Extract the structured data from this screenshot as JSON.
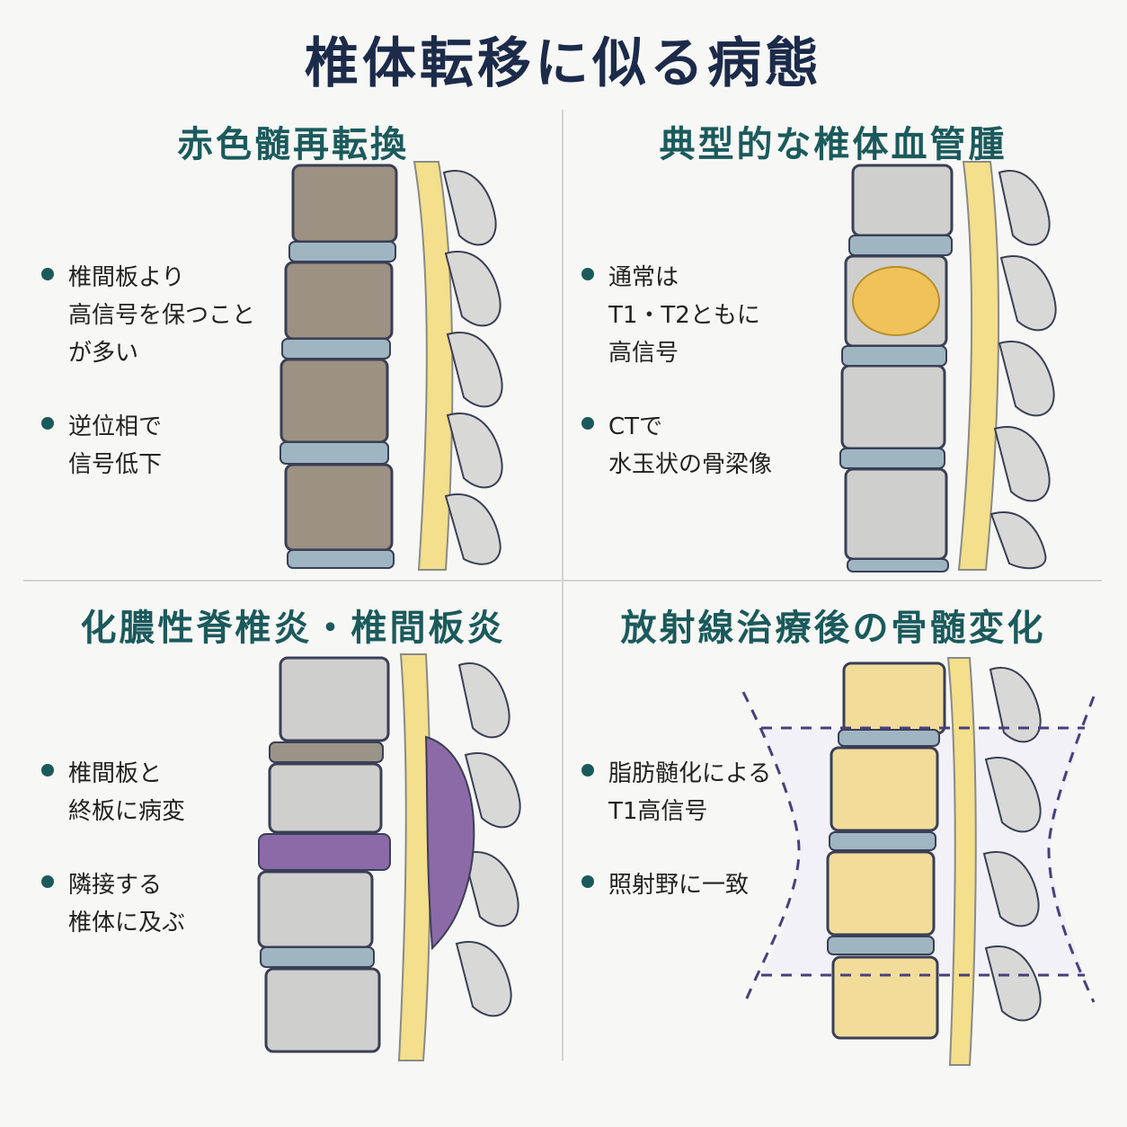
{
  "title": "椎体転移に似る病態",
  "panels": [
    {
      "title": "赤色髄再転換",
      "notes": [
        "椎間板より\n高信号を保つこと\nが多い",
        "逆位相で\n信号低下"
      ]
    },
    {
      "title": "典型的な椎体血管腫",
      "notes": [
        "通常は\nT1・T2ともに\n高信号",
        "CTで\n水玉状の骨梁像"
      ]
    },
    {
      "title": "化膿性脊椎炎・椎間板炎",
      "notes": [
        "椎間板と\n終板に病変",
        "隣接する\n椎体に及ぶ"
      ]
    },
    {
      "title": "放射線治療後の骨髄変化",
      "notes": [
        "脂肪髄化による\nT1高信号",
        "照射野に一致"
      ]
    }
  ],
  "colors": {
    "title": "#1c2b4a",
    "panel_title": "#1b5a5c",
    "bullet": "#1b5a5c",
    "red_marrow": "#9c9182",
    "normal_body": "#cfcfcd",
    "hemangioma": "#f0c25a",
    "infection": "#8c6aa8",
    "fatty_marrow": "#f2dc9a",
    "disc": "#9fb6c2",
    "cord": "#f3df8c",
    "field_line": "#4a3f7c"
  }
}
